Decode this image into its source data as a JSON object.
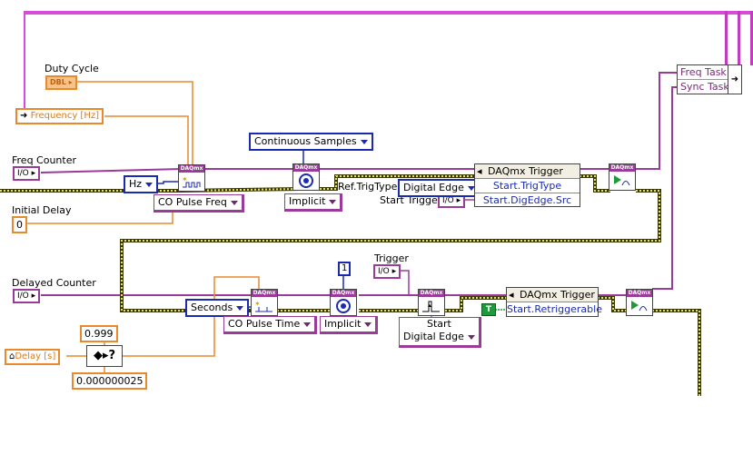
{
  "labels": {
    "duty_cycle": "Duty Cycle",
    "freq_counter": "Freq Counter",
    "initial_delay": "Initial Delay",
    "delayed_counter": "Delayed Counter",
    "trigger": "Trigger",
    "ref_trig_type": "Ref.TrigType",
    "start_trigger": "Start Trigger"
  },
  "controls": {
    "dbl_tag": "DBL",
    "frequency_local": "Frequency [Hz]",
    "io_tag": "I/O",
    "initial_delay_value": "0",
    "delay_local": "Delay [s]",
    "num_0999": "0.999",
    "num_small": "0.000000025",
    "const_1": "1",
    "true_const": "T"
  },
  "rings": {
    "hz": "Hz",
    "co_pulse_freq": "CO Pulse Freq",
    "continuous_samples": "Continuous Samples",
    "implicit_1": "Implicit",
    "digital_edge": "Digital Edge",
    "seconds": "Seconds",
    "co_pulse_time": "CO Pulse Time",
    "implicit_2": "Implicit",
    "start_digital_edge_1": "Start",
    "start_digital_edge_2": "Digital Edge"
  },
  "vis": {
    "daqmx_tag": "DAQmx"
  },
  "property_nodes": {
    "trigger_1_title": "DAQmx Trigger",
    "trigger_1_row1": "Start.TrigType",
    "trigger_1_row2": "Start.DigEdge.Src",
    "trigger_2_title": "DAQmx Trigger",
    "trigger_2_row1": "Start.Retriggerable"
  },
  "bundle": {
    "freq_task": "Freq Task",
    "sync_task": "Sync Task"
  },
  "colors": {
    "task_wire": "#c03cc0",
    "error_wire": "#c8b400",
    "numeric_wire": "#e8892e",
    "enum_wire": "#1b2bb0"
  }
}
